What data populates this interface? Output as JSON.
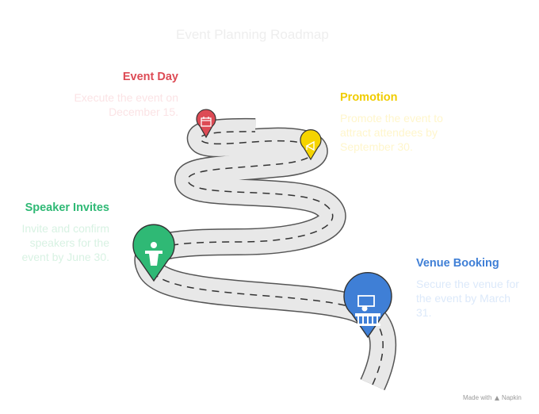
{
  "title": "Event Planning Roadmap",
  "milestones": {
    "event_day": {
      "heading": "Event Day",
      "description": "Execute the event on December 15.",
      "color": "#dd4b55",
      "icon": "calendar-icon"
    },
    "promotion": {
      "heading": "Promotion",
      "description": "Promote the event to attract attendees by September 30.",
      "color": "#f5d400",
      "icon": "megaphone-icon"
    },
    "speaker_invites": {
      "heading": "Speaker Invites",
      "description": "Invite and confirm speakers for the event by June 30.",
      "color": "#2fb975",
      "icon": "podium-icon"
    },
    "venue_booking": {
      "heading": "Venue Booking",
      "description": "Secure the venue for the event by March 31.",
      "color": "#3f7fd6",
      "icon": "venue-icon"
    }
  },
  "credit": {
    "prefix": "Made with",
    "brand": "Napkin"
  }
}
